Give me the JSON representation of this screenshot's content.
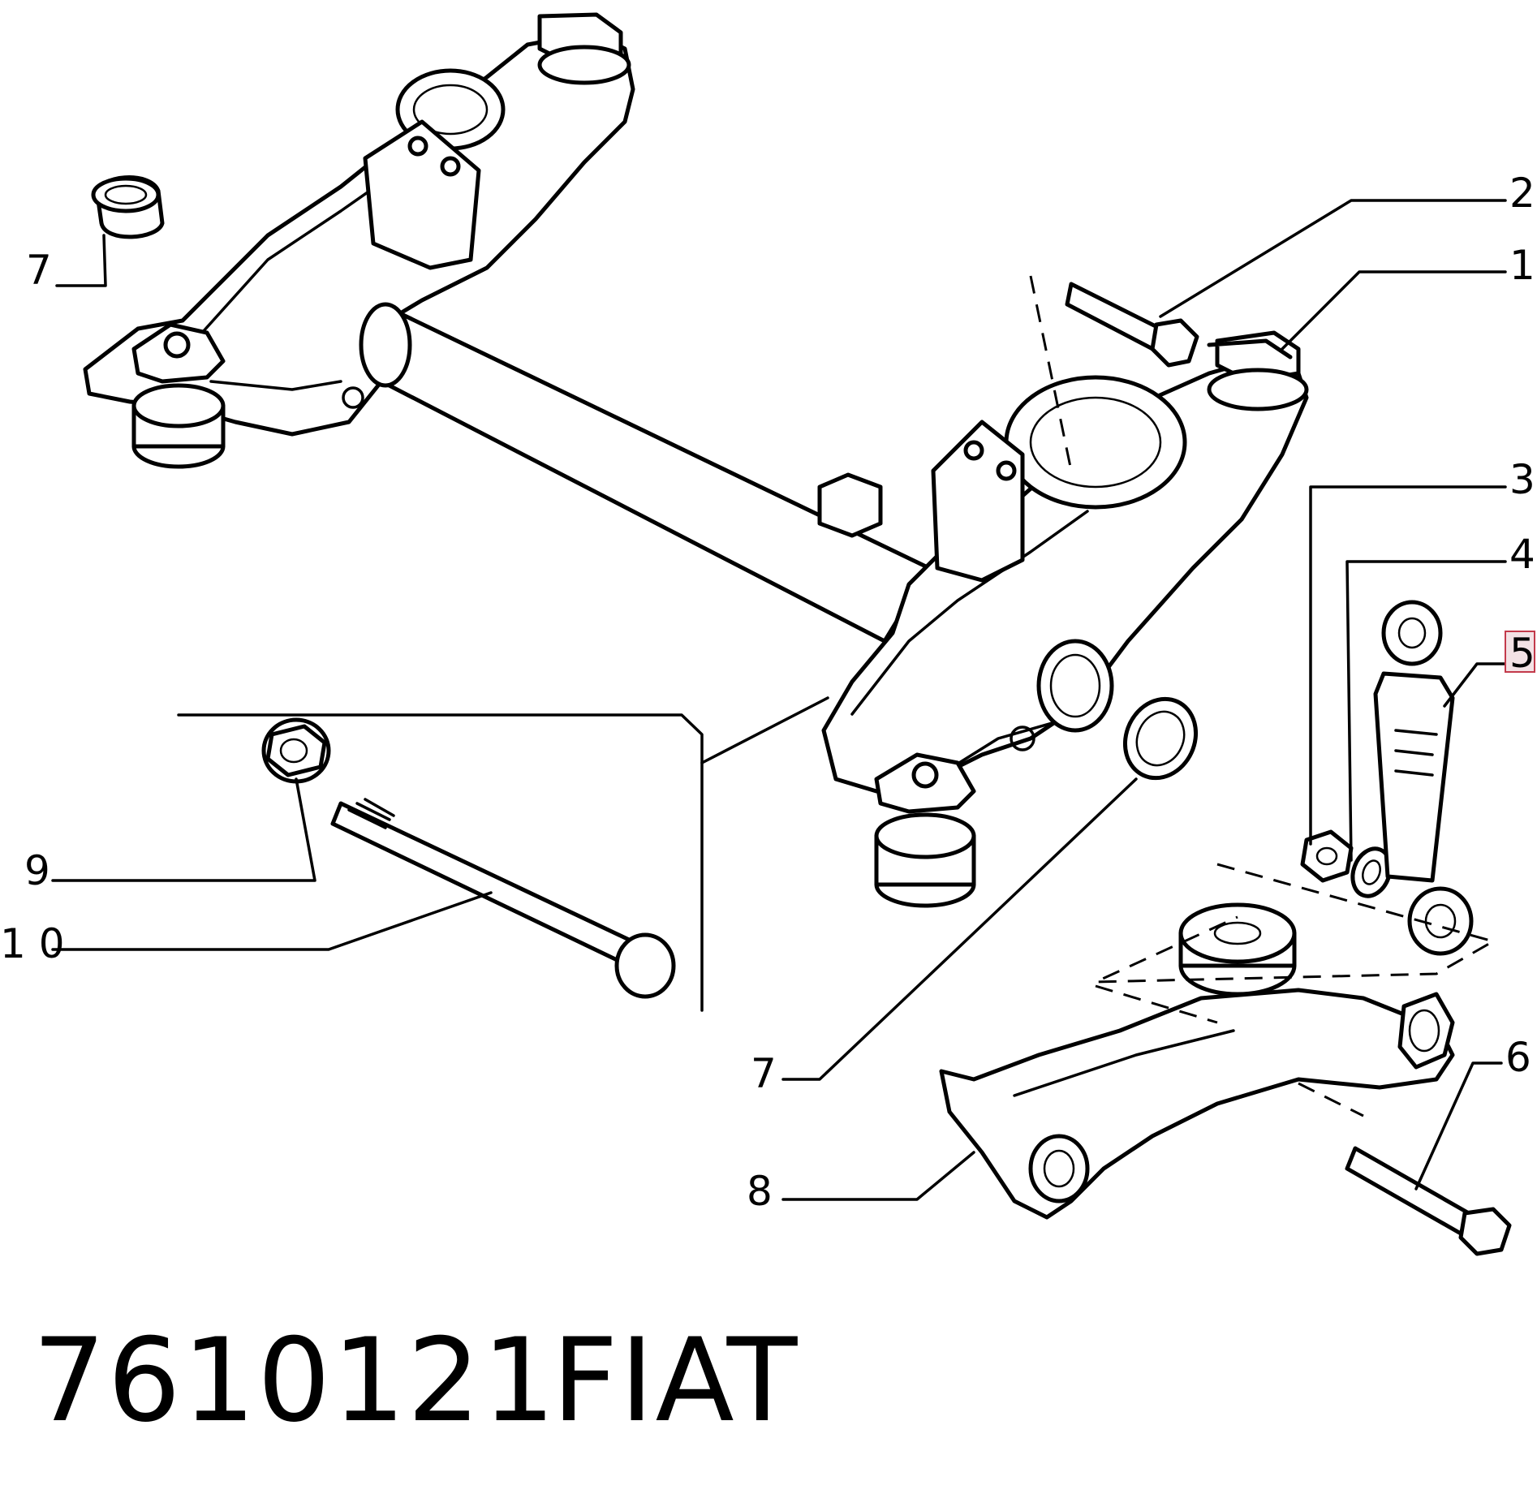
{
  "callouts": [
    {
      "id": "c7a",
      "text": "7"
    },
    {
      "id": "c2",
      "text": "2"
    },
    {
      "id": "c1",
      "text": "1"
    },
    {
      "id": "c3",
      "text": "3"
    },
    {
      "id": "c4",
      "text": "4"
    },
    {
      "id": "c5",
      "text": "5"
    },
    {
      "id": "c9",
      "text": "9"
    },
    {
      "id": "c10",
      "text": "1 0"
    },
    {
      "id": "c7b",
      "text": "7"
    },
    {
      "id": "c6",
      "text": "6"
    },
    {
      "id": "c8",
      "text": "8"
    }
  ],
  "caption": {
    "part_number": "7610121",
    "brand": "FIAT"
  },
  "colors": {
    "ink": "#000000",
    "background": "#ffffff",
    "highlight_box": "#c33a4b",
    "highlight_fill": "#f3e2e5"
  }
}
